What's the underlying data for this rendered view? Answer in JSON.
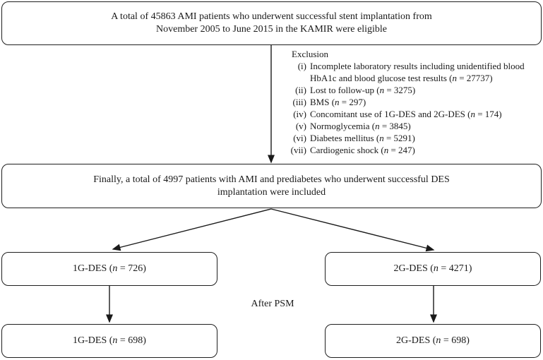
{
  "flowchart": {
    "top_box": {
      "line1": "A total of 45863 AMI patients who underwent successful stent implantation from",
      "line2": "November 2005 to June 2015 in the KAMIR were eligible"
    },
    "exclusion": {
      "title": "Exclusion",
      "items": [
        {
          "label": "(i)",
          "text": "Incomplete laboratory results including unidentified blood HbA1c and blood glucose test results (n = 27737)"
        },
        {
          "label": "(ii)",
          "text": "Lost to follow-up (n = 3275)"
        },
        {
          "label": "(iii)",
          "text": "BMS (n = 297)"
        },
        {
          "label": "(iv)",
          "text": "Concomitant use of 1G-DES and 2G-DES (n = 174)"
        },
        {
          "label": "(v)",
          "text": "Normoglycemia (n = 3845)"
        },
        {
          "label": "(vi)",
          "text": "Diabetes mellitus (n = 5291)"
        },
        {
          "label": "(vii)",
          "text": "Cardiogenic shock (n = 247)"
        }
      ]
    },
    "included_box": {
      "line1": "Finally, a total of 4997 patients with AMI and prediabetes who underwent successful DES",
      "line2": "implantation were included"
    },
    "groups": {
      "left_before": "1G-DES (n = 726)",
      "right_before": "2G-DES (n = 4271)",
      "left_after": "1G-DES (n = 698)",
      "right_after": "2G-DES (n = 698)"
    },
    "psm_label": "After PSM"
  },
  "colors": {
    "background": "#ffffff",
    "line": "#1a1a1a",
    "text": "#1a1a1a"
  }
}
